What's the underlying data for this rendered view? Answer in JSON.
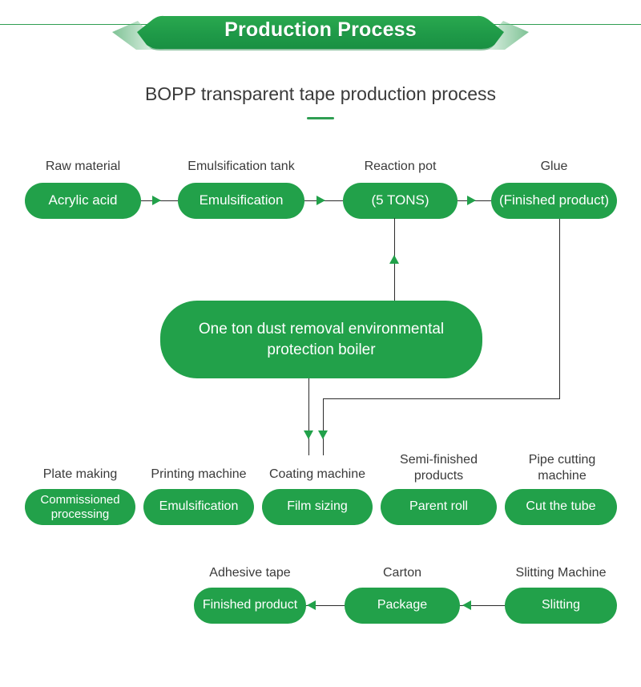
{
  "header": {
    "title": "Production Process",
    "banner_color": "#22a14a",
    "rule_color": "#2f9e52"
  },
  "subtitle": {
    "text": "BOPP transparent tape production process",
    "underline_color": "#2f9e52"
  },
  "theme": {
    "node_fill": "#22a14a",
    "node_text": "#ffffff",
    "caption_text": "#3a3a3a",
    "connector_line": "#2b2b2b",
    "arrow_fill": "#22a14a",
    "background": "#ffffff"
  },
  "flow": {
    "rows": [
      {
        "name": "row-1-raw-to-glue",
        "nodes": [
          {
            "id": "acrylic-acid",
            "caption": "Raw material",
            "label": "Acrylic acid"
          },
          {
            "id": "emulsification-1",
            "caption": "Emulsification tank",
            "label": "Emulsification"
          },
          {
            "id": "reaction-pot",
            "caption": "Reaction pot",
            "label": "(5 TONS)"
          },
          {
            "id": "glue",
            "caption": "Glue",
            "label": "(Finished product)"
          }
        ]
      },
      {
        "name": "row-2-boiler",
        "nodes": [
          {
            "id": "boiler",
            "caption": "",
            "label": "One ton dust removal environmental protection boiler"
          }
        ]
      },
      {
        "name": "row-3-plate-to-pipe",
        "nodes": [
          {
            "id": "commissioned-processing",
            "caption": "Plate making",
            "label": "Commissioned processing"
          },
          {
            "id": "emulsification-2",
            "caption": "Printing machine",
            "label": "Emulsification"
          },
          {
            "id": "film-sizing",
            "caption": "Coating machine",
            "label": "Film sizing"
          },
          {
            "id": "parent-roll",
            "caption": "Semi-finished products",
            "label": "Parent roll"
          },
          {
            "id": "cut-the-tube",
            "caption": "Pipe cutting machine",
            "label": "Cut the tube"
          }
        ]
      },
      {
        "name": "row-4-slitting-to-tape",
        "nodes": [
          {
            "id": "finished-product",
            "caption": "Adhesive tape",
            "label": "Finished product"
          },
          {
            "id": "package",
            "caption": "Carton",
            "label": "Package"
          },
          {
            "id": "slitting",
            "caption": "Slitting Machine",
            "label": "Slitting"
          }
        ]
      }
    ],
    "connectors": [
      {
        "from": "acrylic-acid",
        "to": "emulsification-1",
        "direction": "right"
      },
      {
        "from": "emulsification-1",
        "to": "reaction-pot",
        "direction": "right"
      },
      {
        "from": "reaction-pot",
        "to": "glue",
        "direction": "right"
      },
      {
        "from": "boiler",
        "to": "reaction-pot",
        "direction": "up"
      },
      {
        "from": "boiler",
        "to": "film-sizing",
        "direction": "down"
      },
      {
        "from": "glue",
        "to": "film-sizing",
        "direction": "down-elbow"
      },
      {
        "from": "slitting",
        "to": "package",
        "direction": "left"
      },
      {
        "from": "package",
        "to": "finished-product",
        "direction": "left"
      }
    ]
  }
}
